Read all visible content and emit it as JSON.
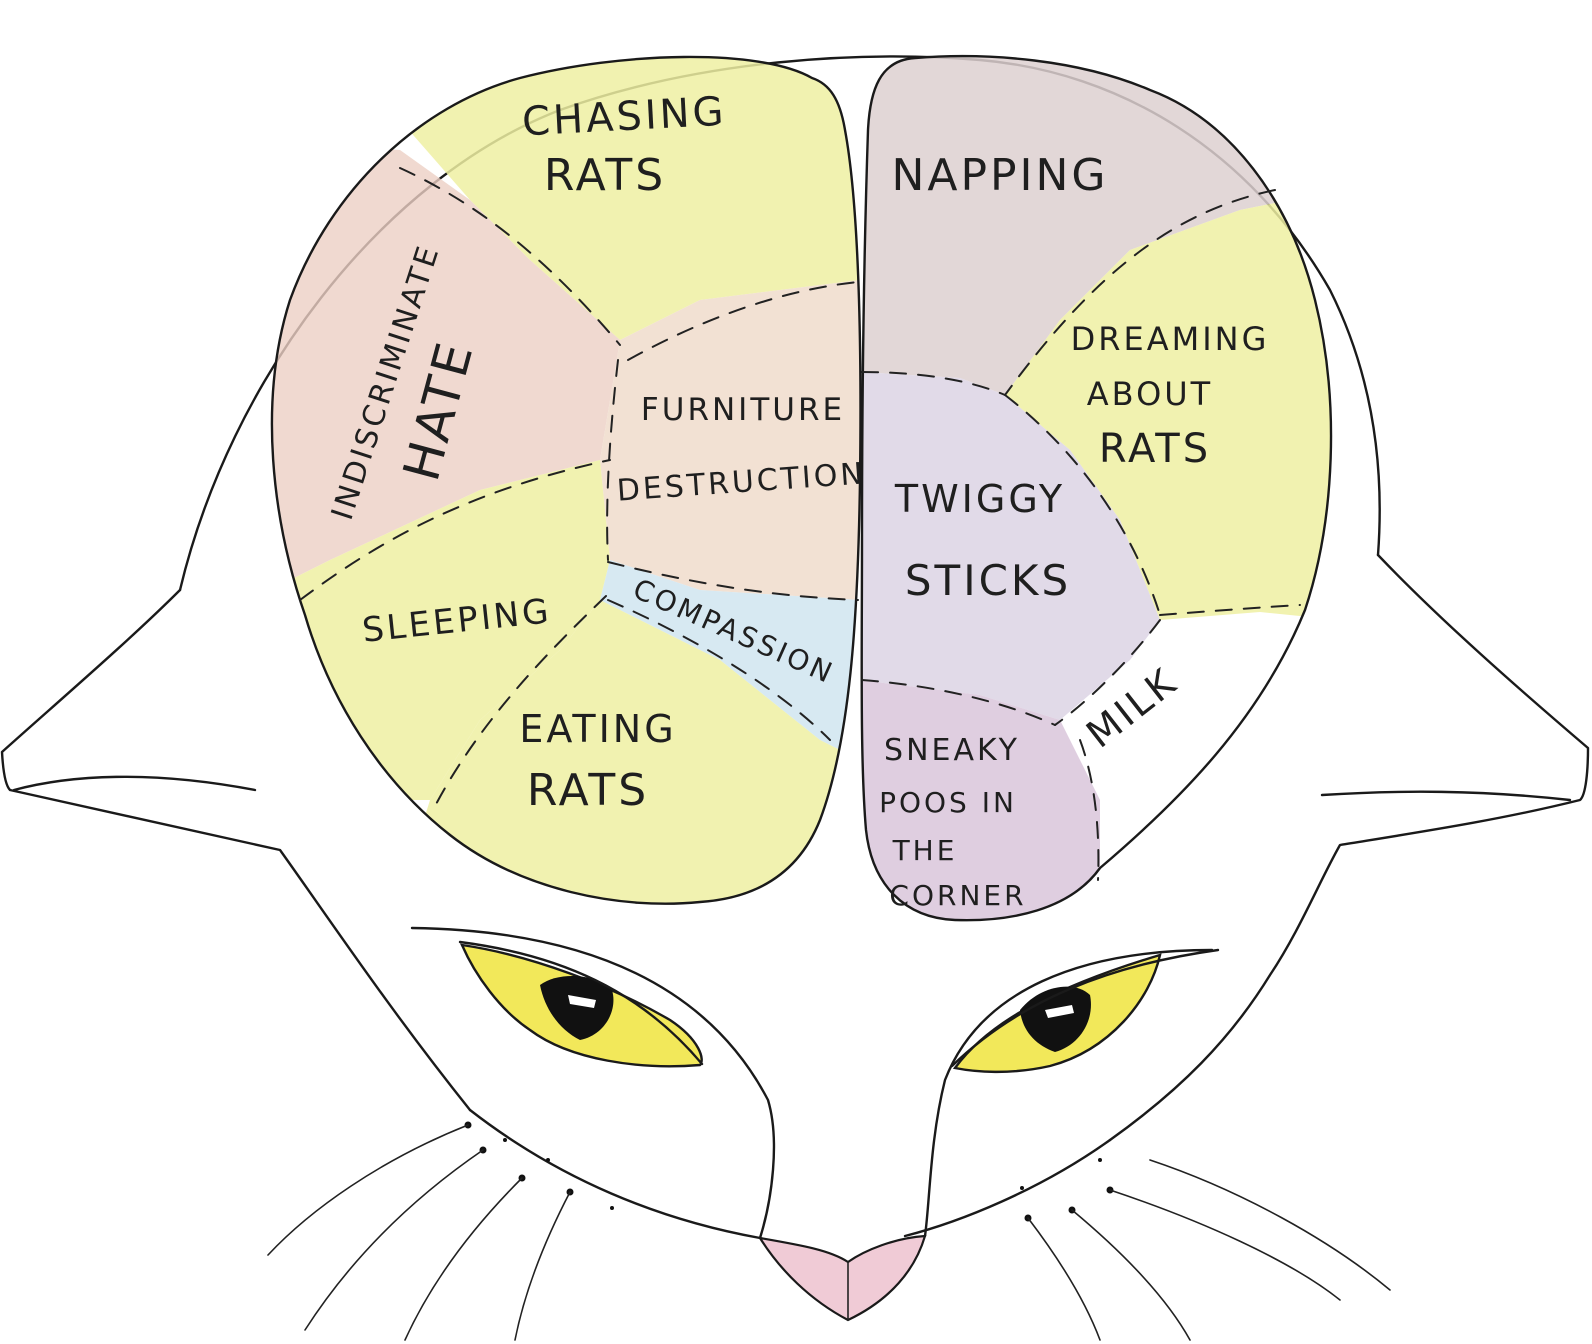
{
  "regions": {
    "chasing_rats": [
      "CHASING",
      "RATS"
    ],
    "indiscriminate_hate": [
      "INDISCRIMINATE",
      "HATE"
    ],
    "furniture_destruction": [
      "FURNITURE",
      "DESTRUCTION"
    ],
    "sleeping": [
      "SLEEPING"
    ],
    "compassion": [
      "COMPASSION"
    ],
    "eating_rats": [
      "EATING",
      "RATS"
    ],
    "napping": [
      "NAPPING"
    ],
    "dreaming_about_rats": [
      "DREAMING",
      "ABOUT",
      "RATS"
    ],
    "twiggy_sticks": [
      "TWIGGY",
      "STICKS"
    ],
    "sneaky_poos": [
      "SNEAKY",
      "POOS IN",
      "THE",
      "CORNER"
    ],
    "milk": [
      "MILK"
    ]
  },
  "colors": {
    "yellow": "#eef0a2",
    "pink": "#eccfc4",
    "peach": "#f0dccb",
    "gray_mauve": "#ddd0d0",
    "lavender": "#dcd4e4",
    "blue": "#cde3ef",
    "violet": "#d9c6da",
    "eye": "#f2e85a",
    "nose": "#f0cbd6"
  }
}
